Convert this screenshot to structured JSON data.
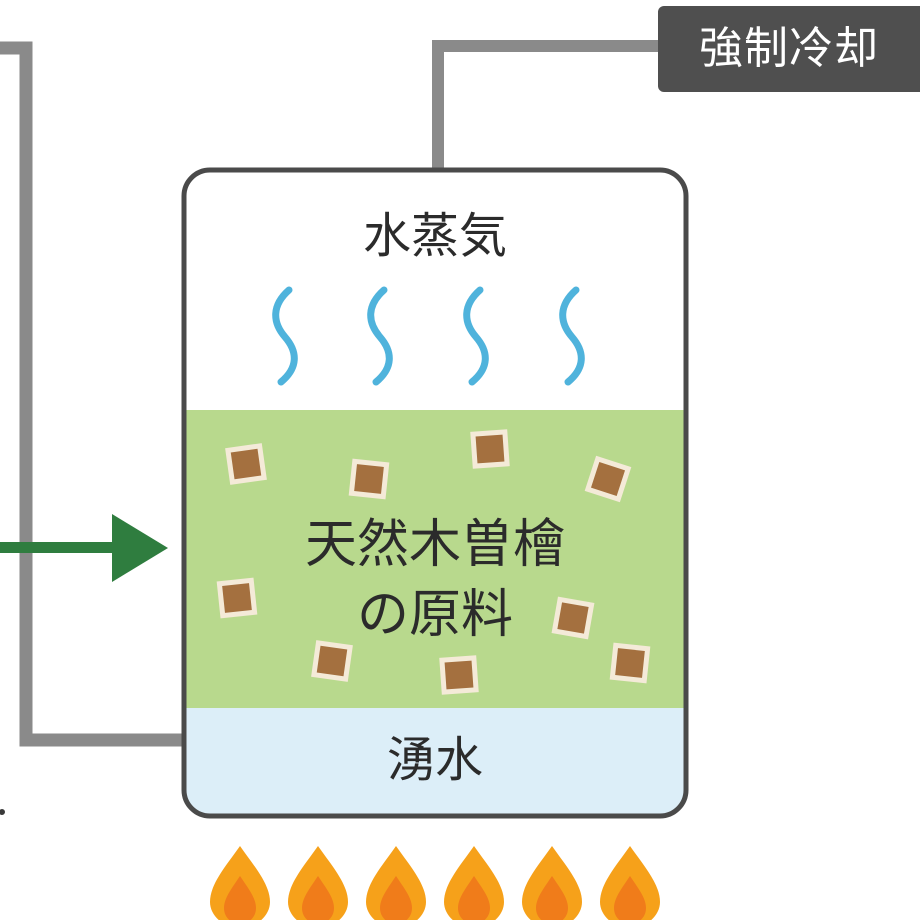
{
  "labels": {
    "forced_cooling": "強制冷却",
    "steam": "水蒸気",
    "material_line1": "天然木曽檜",
    "material_line2": "の原料",
    "spring_water": "湧水"
  },
  "colors": {
    "pipe": "#8a8a8a",
    "tag_bg": "#4f4f4f",
    "vessel_border": "#4a4a4a",
    "steam_wave": "#4fb3dc",
    "material_layer": "#b8d98d",
    "wood_chip": "#a4703f",
    "water_layer": "#dceef8",
    "arrow": "#2f7d3f",
    "flame_outer": "#f6a11a",
    "flame_inner": "#f07c1a"
  },
  "icons": [
    "steam-wave-icon",
    "wood-chip-icon",
    "flame-icon",
    "arrow-right-icon"
  ]
}
